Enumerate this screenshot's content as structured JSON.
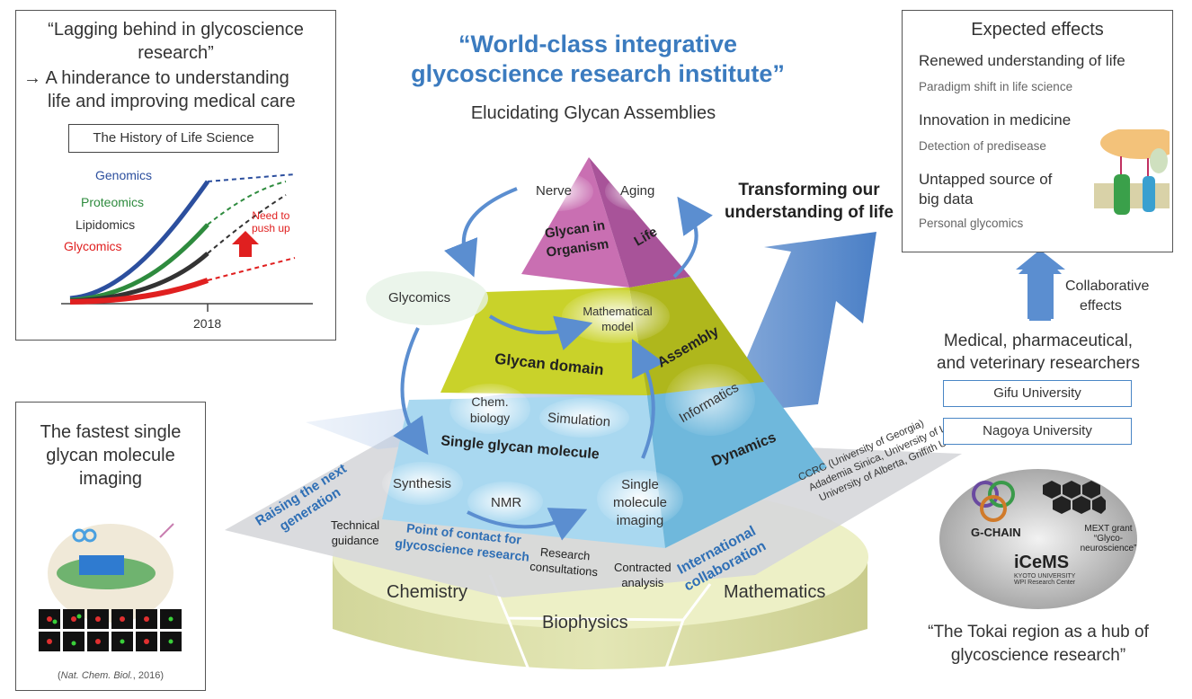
{
  "title": {
    "line1": "“World-class integrative",
    "line2": "glycoscience research institute”",
    "subtitle": "Elucidating Glycan Assemblies"
  },
  "top_left": {
    "quote_line1": "“Lagging behind in glycoscience",
    "quote_line2": "research”",
    "arrow_line1": "→ A hinderance to understanding",
    "arrow_line2": "life and improving medical care",
    "history_label": "The History of Life Science",
    "chart_data": {
      "type": "line",
      "series": [
        {
          "name": "Genomics",
          "color": "#2c4f9e"
        },
        {
          "name": "Proteomics",
          "color": "#2e8b3e"
        },
        {
          "name": "Lipidomics",
          "color": "#333333"
        },
        {
          "name": "Glycomics",
          "color": "#e02020"
        }
      ],
      "x_tick": "2018",
      "annotation_line1": "Need to",
      "annotation_line2": "push up"
    }
  },
  "bottom_left": {
    "line1": "The fastest single",
    "line2": "glycan molecule",
    "line3": "imaging",
    "citation_prefix": "(",
    "citation_journal": "Nat. Chem. Biol.",
    "citation_suffix": ", 2016)"
  },
  "top_right": {
    "heading": "Expected effects",
    "items": [
      {
        "title": "Renewed understanding of life",
        "detail": "Paradigm shift in life science"
      },
      {
        "title": "Innovation in medicine",
        "detail": "Detection of predisease"
      },
      {
        "title_line1": "Untapped source of",
        "title_line2": "big data",
        "detail": "Personal glycomics"
      }
    ]
  },
  "right": {
    "collab_line1": "Collaborative",
    "collab_line2": "effects",
    "researchers_line1": "Medical, pharmaceutical,",
    "researchers_line2": "and veterinary researchers",
    "universities": [
      "Gifu University",
      "Nagoya University"
    ],
    "logo": {
      "gchain": "G-CHAIN",
      "mext_line1": "MEXT grant",
      "mext_line2": "“Glyco-",
      "mext_line3": "neuroscience”",
      "icems": "iCeMS",
      "icems_sub1": "KYOTO UNIVERSITY",
      "icems_sub2": "WPI Research Center"
    },
    "tokai_line1": "“The Tokai region as a hub of",
    "tokai_line2": "glycoscience research”"
  },
  "pyramid": {
    "transform_line1": "Transforming our",
    "transform_line2": "understanding of life",
    "top": {
      "face_line1": "Glycan in",
      "face_line2": "Organism",
      "side": "Life",
      "bubbles": [
        "Nerve",
        "Aging"
      ]
    },
    "middle": {
      "face": "Glycan domain",
      "side": "Assembly",
      "bubbles": [
        "Glycomics",
        "Mathematical",
        "model"
      ]
    },
    "bottom": {
      "face": "Single glycan molecule",
      "side": "Dynamics",
      "bubbles": [
        "Chem.",
        "biology",
        "Simulation",
        "Informatics",
        "Synthesis",
        "NMR",
        "Single",
        "molecule",
        "imaging"
      ]
    }
  },
  "platform": {
    "raising_line1": "Raising the next",
    "raising_line2": "generation",
    "technical_line1": "Technical",
    "technical_line2": "guidance",
    "contact_line1": "Point of contact for",
    "contact_line2": "glycoscience research",
    "research_line1": "Research",
    "research_line2": "consultations",
    "contracted_line1": "Contracted",
    "contracted_line2": "analysis",
    "intl_line1": "International",
    "intl_line2": "collaboration",
    "partners": [
      "CCRC (University of Georgia)",
      "Adademia Sinica, University of Lille",
      "University of Alberta, Griffith University"
    ]
  },
  "base": {
    "segments": [
      "Chemistry",
      "Biophysics",
      "Mathematics"
    ]
  }
}
